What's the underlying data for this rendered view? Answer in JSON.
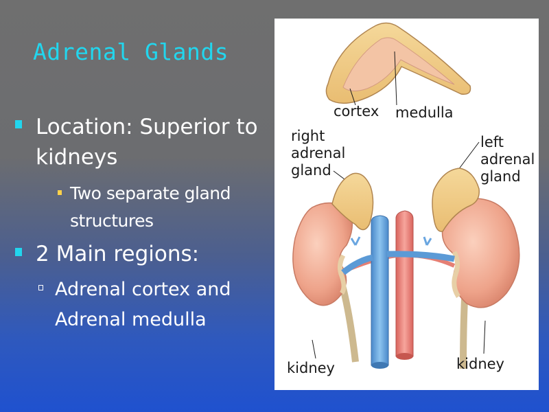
{
  "slide": {
    "title": "Adrenal Glands",
    "bullets": [
      {
        "text": "Location: Superior to kidneys",
        "level": 1
      },
      {
        "text": "Two separate gland structures",
        "level": 2
      },
      {
        "text": "2 Main regions:",
        "level": 1
      },
      {
        "text": "Adrenal cortex and Adrenal medulla",
        "level": 2
      }
    ],
    "colors": {
      "title": "#22d6ee",
      "bullet_level1": "#22d6ee",
      "bullet_sub": "#ffd24a",
      "body_text": "#ffffff"
    }
  },
  "figure": {
    "labels": {
      "cortex": "cortex",
      "medulla": "medulla",
      "right_gland": [
        "right",
        "adrenal",
        "gland"
      ],
      "left_gland": [
        "left",
        "adrenal",
        "gland"
      ],
      "kidney_left": "kidney",
      "kidney_right": "kidney"
    }
  }
}
